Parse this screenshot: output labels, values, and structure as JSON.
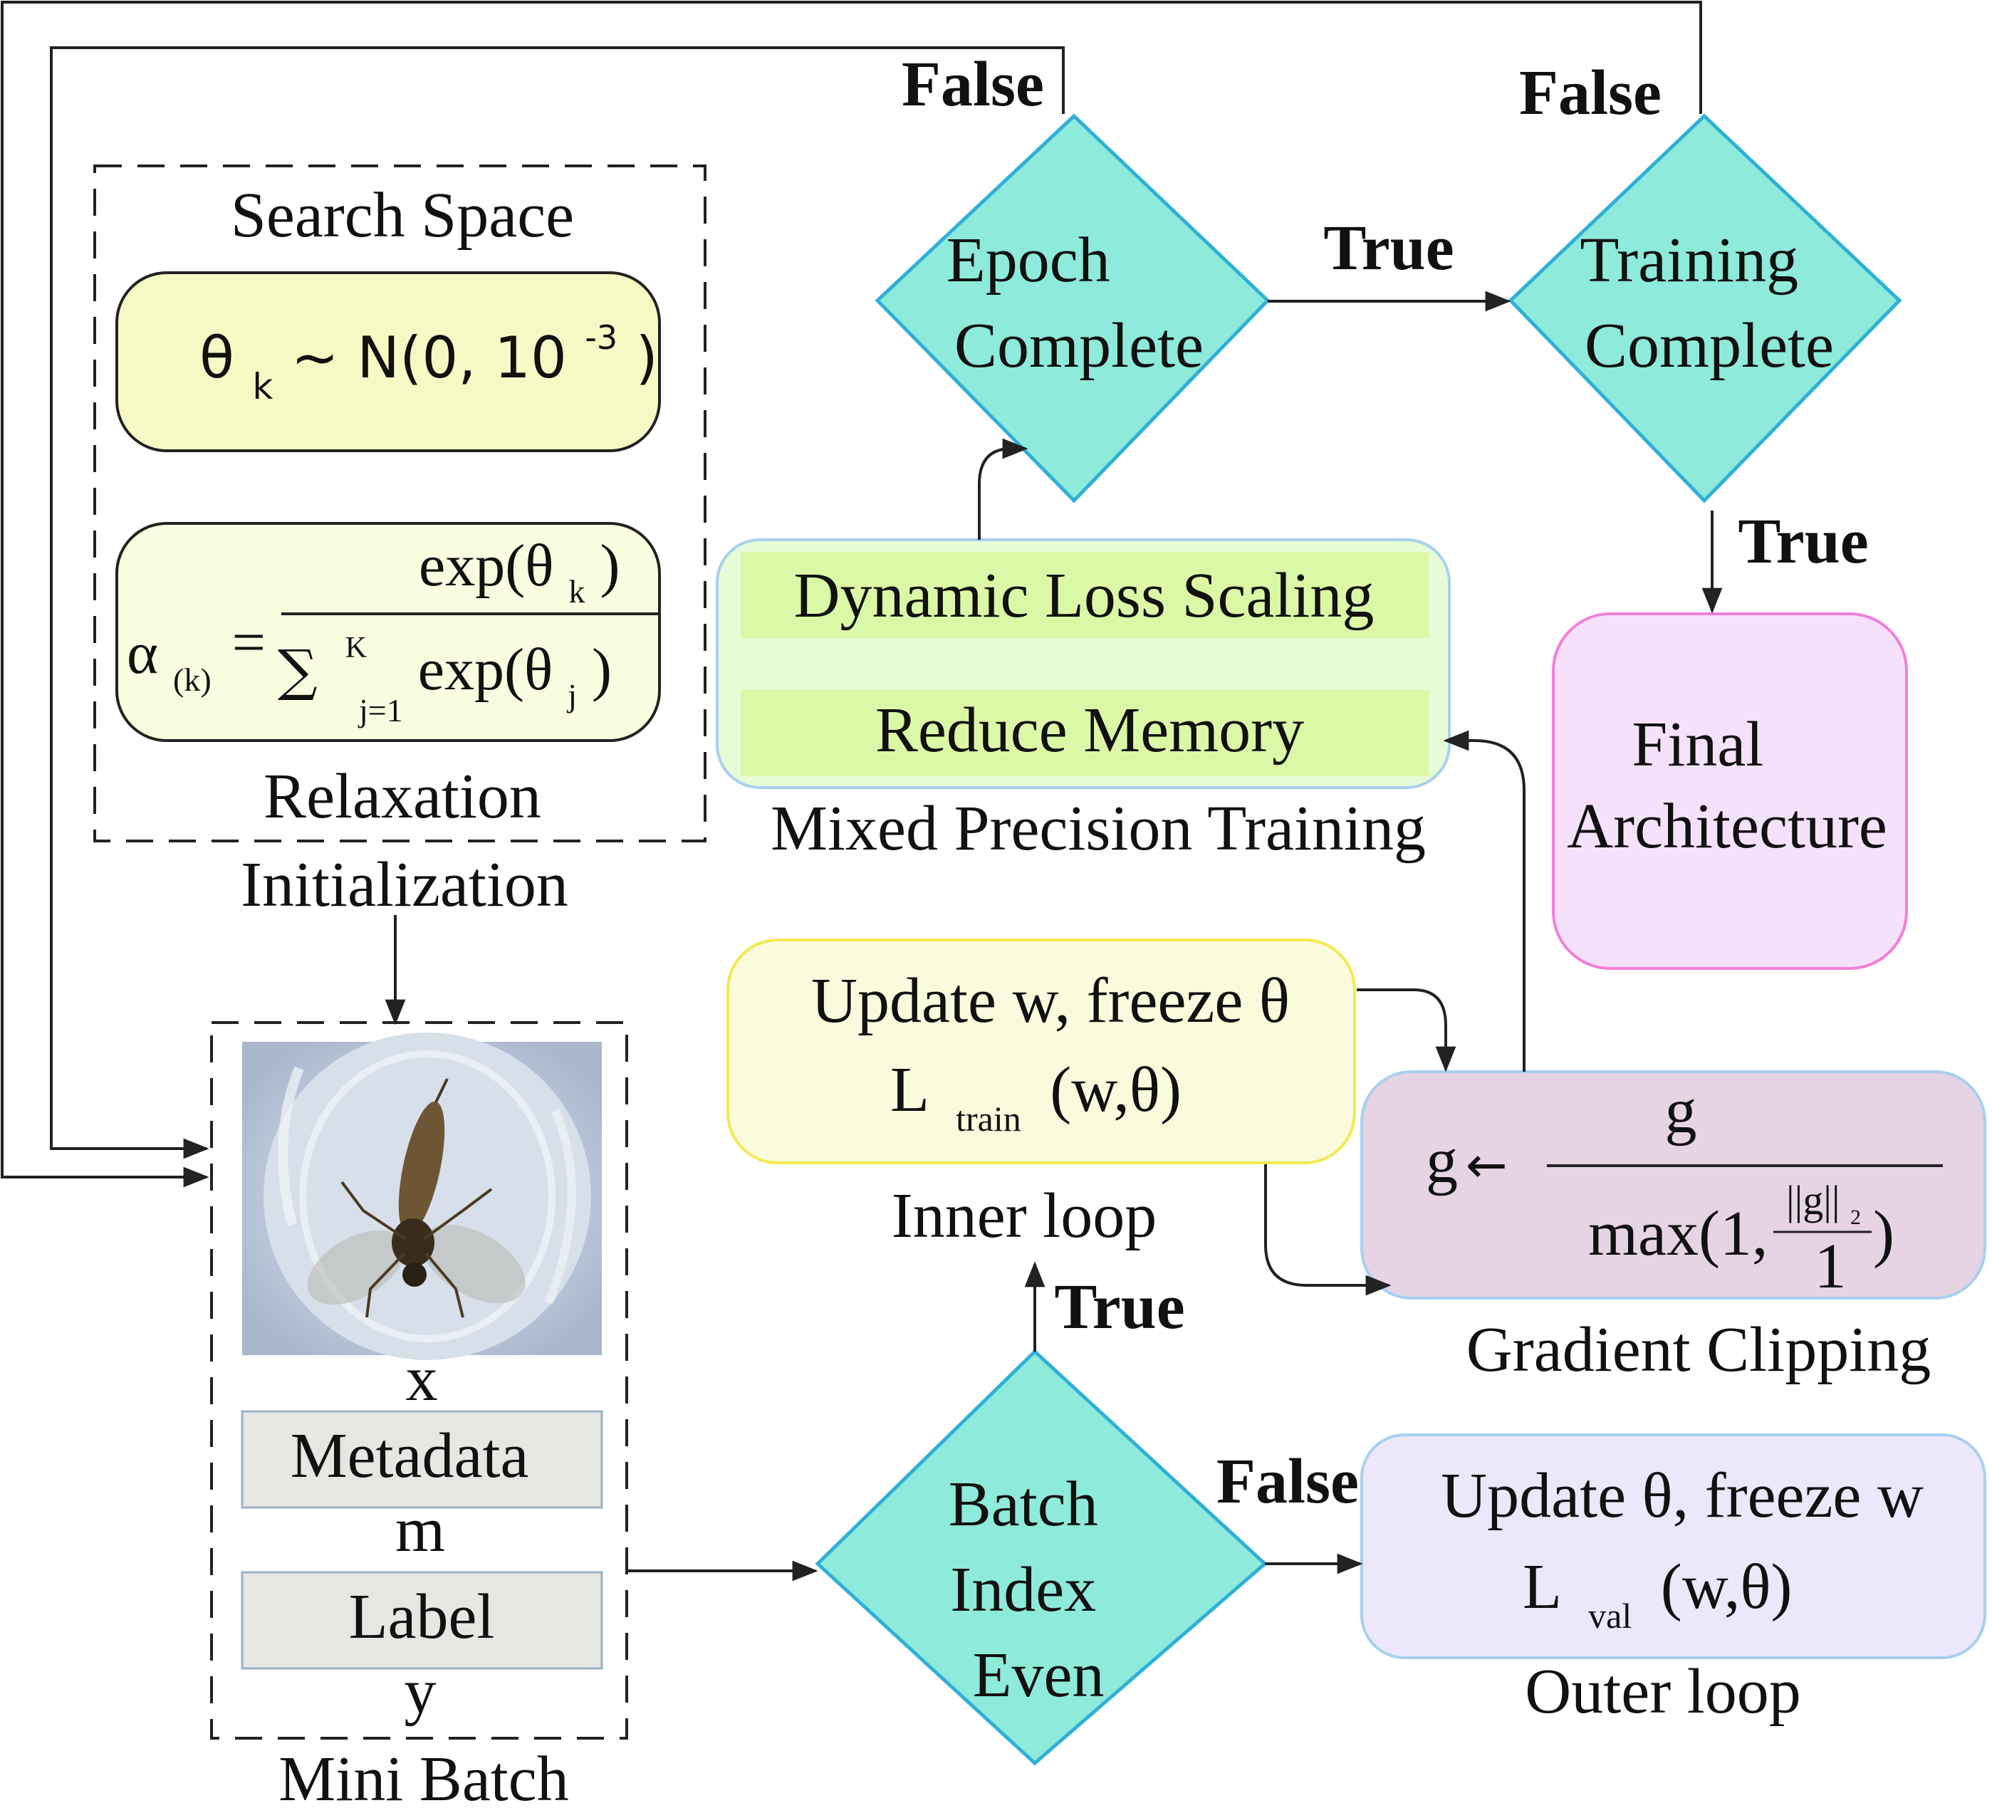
{
  "initialization": {
    "search_space_title": "Search Space",
    "init_formula": {
      "theta": "θ",
      "sub_k": "k",
      "dist": "~ N(0, 10",
      "exp": "-3",
      "close": ")"
    },
    "relaxation_formula": {
      "alpha": "α",
      "alpha_sub": "(k)",
      "equals": "=",
      "numerator": "exp(θ",
      "num_sub": "k",
      "num_close": ")",
      "sum": "∑",
      "sum_sup": "K",
      "sum_sub": "j=1",
      "den": "exp(θ",
      "den_sub": "j",
      "den_close": ")"
    },
    "relaxation_label": "Relaxation",
    "group_label": "Initialization"
  },
  "mini_batch": {
    "x_label": "x",
    "metadata_label": "Metadata",
    "m_label": "m",
    "label_label": "Label",
    "y_label": "y",
    "group_label": "Mini Batch"
  },
  "decisions": {
    "epoch_complete": [
      "Epoch",
      "Complete"
    ],
    "training_complete": [
      "Training",
      "Complete"
    ],
    "batch_index_even": [
      "Batch",
      "Index",
      "Even"
    ]
  },
  "edge_labels": {
    "epoch_false": "False",
    "training_false": "False",
    "epoch_true": "True",
    "training_true": "True",
    "batch_true": "True",
    "batch_false": "False"
  },
  "mixed_precision": {
    "item1": "Dynamic Loss Scaling",
    "item2": "Reduce Memory",
    "group_label": "Mixed Precision Training"
  },
  "final_architecture": [
    "Final",
    "Architecture"
  ],
  "inner_loop": {
    "line1": "Update w, freeze θ",
    "loss": "L",
    "loss_sub": "train",
    "loss_args": "(w,θ)",
    "group_label": "Inner loop"
  },
  "outer_loop": {
    "line1": "Update θ, freeze w",
    "loss": "L",
    "loss_sub": "val",
    "loss_args": "(w,θ)",
    "group_label": "Outer loop"
  },
  "gradient_clipping": {
    "lhs": "g",
    "arrow": "←",
    "numerator": "g",
    "den_text": "max(1,",
    "norm": "||g||",
    "norm_sub": "2",
    "norm_den": "1",
    "den_close": ")",
    "group_label": "Gradient Clipping"
  },
  "colors": {
    "decision_fill": "#8eeada",
    "decision_stroke": "#2fb0d8",
    "init_box_fill": "#f6f9c3",
    "relax_box_fill": "#fafce0",
    "mixed_outer_fill": "#e7fbd7",
    "mixed_inner_fill": "#dbf8a6",
    "final_fill": "#f5e1fb",
    "final_stroke": "#f27fd9",
    "inner_fill": "#fafbdc",
    "inner_stroke": "#f2ea50",
    "outer_fill": "#ece7fb",
    "clip_fill": "#e6d3e4",
    "meta_fill": "#e6e7e3"
  }
}
